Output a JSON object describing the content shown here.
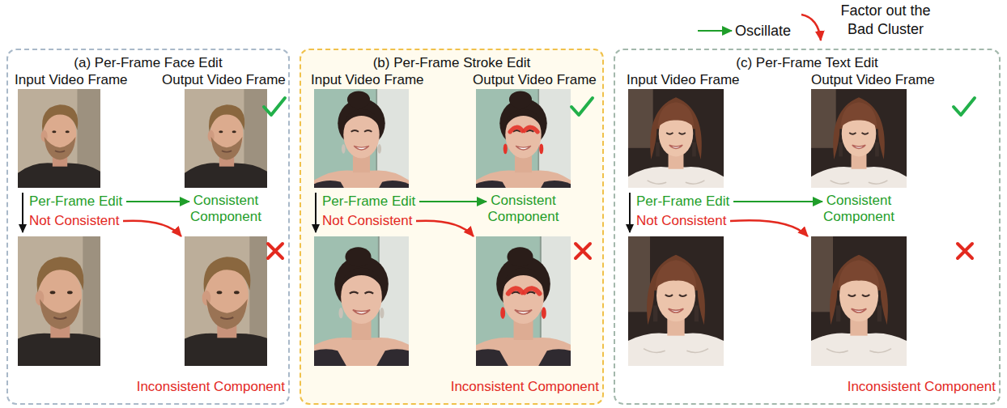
{
  "diagram": {
    "nodes": [
      {
        "text": [
          "(a) Per-Frame Face Edit"
        ]
      },
      {
        "text": [
          "(b) Per-Frame Stroke Edit"
        ]
      },
      {
        "text": [
          "(c) Per-Frame Text Edit"
        ]
      }
    ],
    "labels": [
      "Input Video Frame",
      "Output Video Frame",
      "Per-Frame Edit",
      "Not Consistent",
      "Consistent Component",
      "Inconsistent Component",
      "Input Video Frame",
      "Output Video Frame",
      "Per-Frame Edit",
      "Not Consistent",
      "Consistent Component",
      "Inconsistent Component",
      "Input Video Frame",
      "Output Video Frame",
      "Per-Frame Edit",
      "Not Consistent",
      "Consistent Component",
      "Inconsistent Component"
    ],
    "legend": [
      {
        "text": "Oscillate"
      },
      {
        "text": "Factor out the Bad Cluster"
      }
    ]
  }
}
